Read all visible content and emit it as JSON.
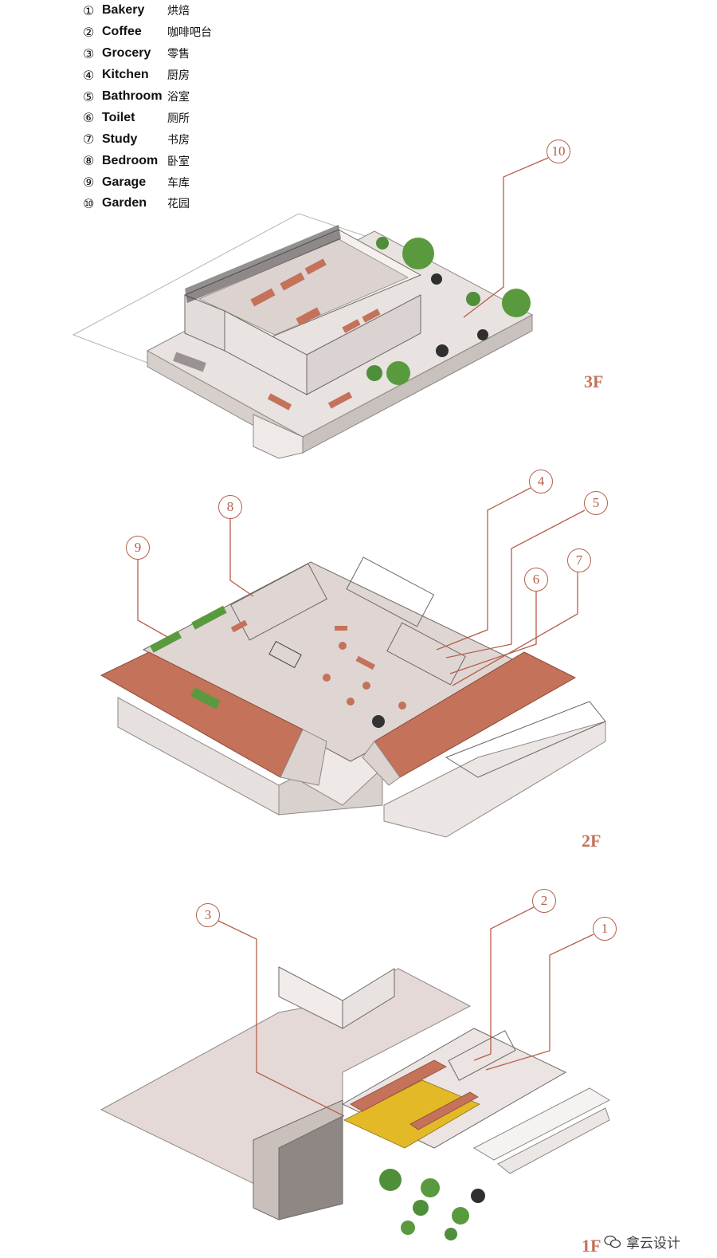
{
  "legend": [
    {
      "num": "①",
      "en": "Bakery",
      "cn": "烘焙"
    },
    {
      "num": "②",
      "en": "Coffee",
      "cn": "咖啡吧台"
    },
    {
      "num": "③",
      "en": "Grocery",
      "cn": "零售"
    },
    {
      "num": "④",
      "en": "Kitchen",
      "cn": "厨房"
    },
    {
      "num": "⑤",
      "en": "Bathroom",
      "cn": "浴室"
    },
    {
      "num": "⑥",
      "en": "Toilet",
      "cn": "厕所"
    },
    {
      "num": "⑦",
      "en": "Study",
      "cn": "书房"
    },
    {
      "num": "⑧",
      "en": "Bedroom",
      "cn": "卧室"
    },
    {
      "num": "⑨",
      "en": "Garage",
      "cn": "车库"
    },
    {
      "num": "⑩",
      "en": "Garden",
      "cn": "花园"
    }
  ],
  "floors": {
    "f3": "3F",
    "f2": "2F",
    "f1": "1F"
  },
  "callouts": {
    "c10": "10",
    "c8": "8",
    "c9": "9",
    "c4": "4",
    "c5": "5",
    "c6": "6",
    "c7": "7",
    "c3": "3",
    "c2": "2",
    "c1": "1"
  },
  "watermark": "拿云设计",
  "colors": {
    "accent": "#b65f4b",
    "roof": "#c4725a",
    "floor": "#e6dcda",
    "wall": "#f1ecea",
    "plant": "#4f8f3a",
    "yellow": "#e3b928"
  }
}
